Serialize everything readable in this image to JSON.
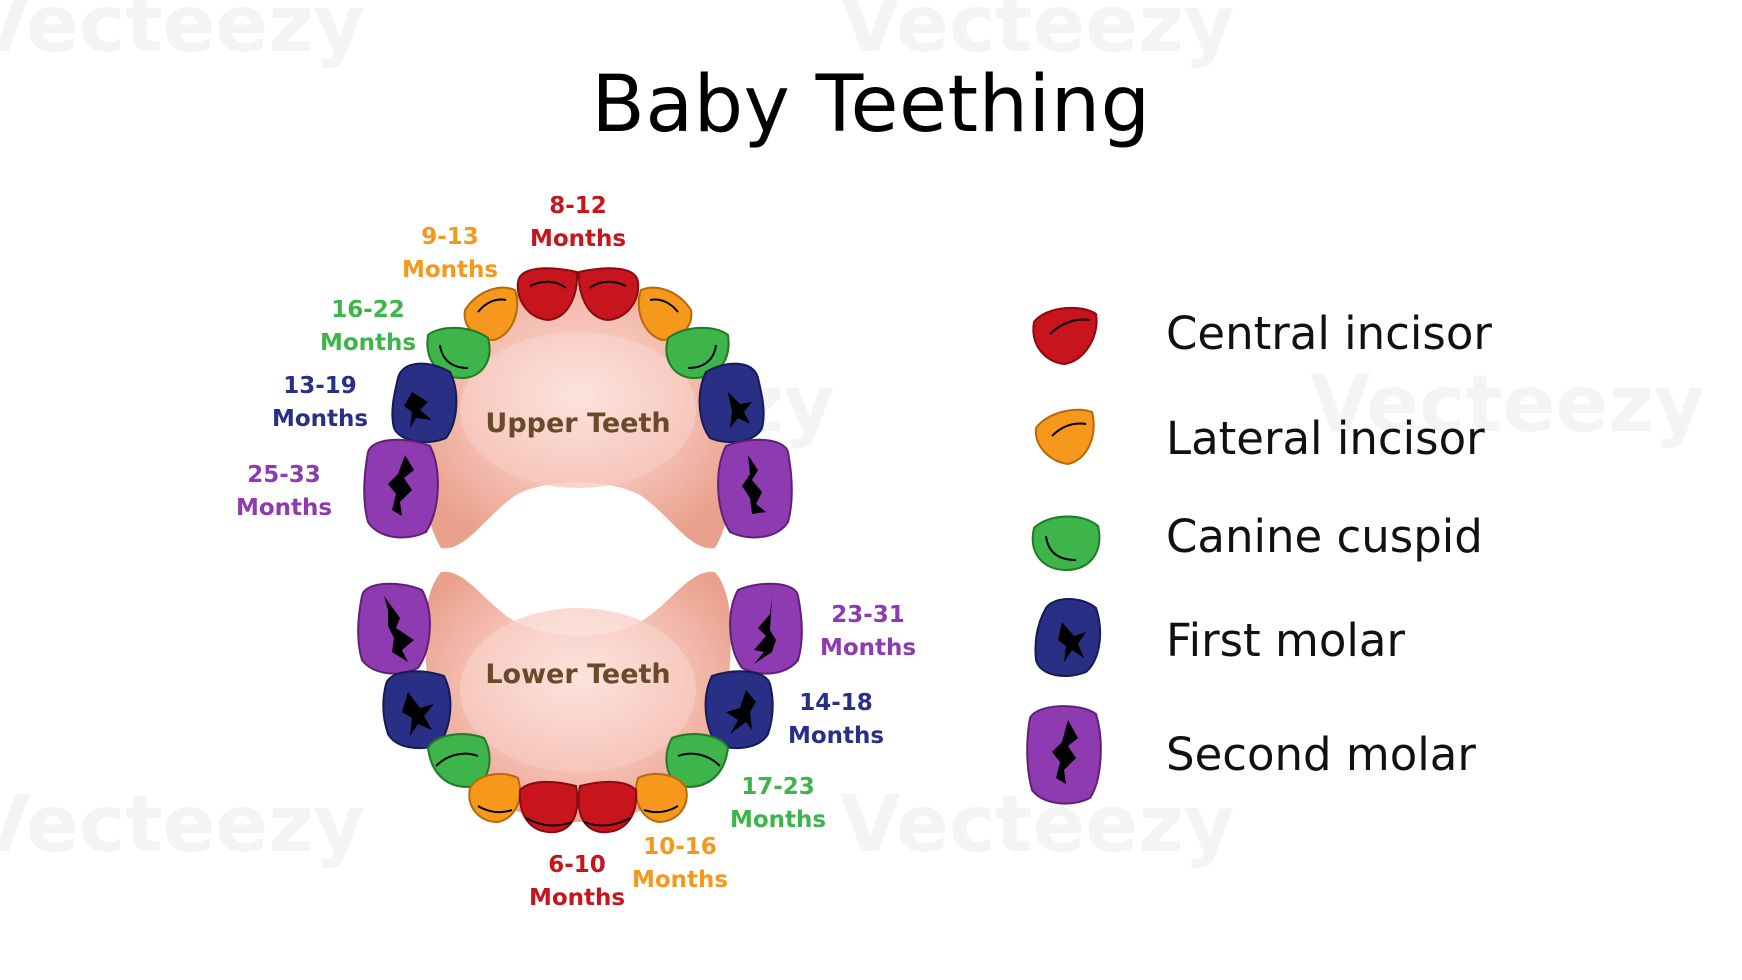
{
  "title": "Baby Teething",
  "watermark": "Vecteezy",
  "jaws": {
    "upper": "Upper Teeth",
    "lower": "Lower Teeth"
  },
  "colors": {
    "central_incisor": "#c8141c",
    "lateral_incisor": "#f5981c",
    "canine_cuspid": "#3db54a",
    "first_molar": "#2a2f86",
    "second_molar": "#8e3ab0",
    "gum": "#f2b3a6"
  },
  "legend": [
    {
      "key": "central_incisor",
      "label": "Central incisor",
      "icon": "central-incisor-icon"
    },
    {
      "key": "lateral_incisor",
      "label": "Lateral incisor",
      "icon": "lateral-incisor-icon"
    },
    {
      "key": "canine_cuspid",
      "label": "Canine cuspid",
      "icon": "canine-cuspid-icon"
    },
    {
      "key": "first_molar",
      "label": "First molar",
      "icon": "first-molar-icon"
    },
    {
      "key": "second_molar",
      "label": "Second molar",
      "icon": "second-molar-icon"
    }
  ],
  "eruption_ages": {
    "upper": {
      "central_incisor": {
        "range": "8-12",
        "unit": "Months"
      },
      "lateral_incisor": {
        "range": "9-13",
        "unit": "Months"
      },
      "canine_cuspid": {
        "range": "16-22",
        "unit": "Months"
      },
      "first_molar": {
        "range": "13-19",
        "unit": "Months"
      },
      "second_molar": {
        "range": "25-33",
        "unit": "Months"
      }
    },
    "lower": {
      "second_molar": {
        "range": "23-31",
        "unit": "Months"
      },
      "first_molar": {
        "range": "14-18",
        "unit": "Months"
      },
      "canine_cuspid": {
        "range": "17-23",
        "unit": "Months"
      },
      "lateral_incisor": {
        "range": "10-16",
        "unit": "Months"
      },
      "central_incisor": {
        "range": "6-10",
        "unit": "Months"
      }
    }
  }
}
